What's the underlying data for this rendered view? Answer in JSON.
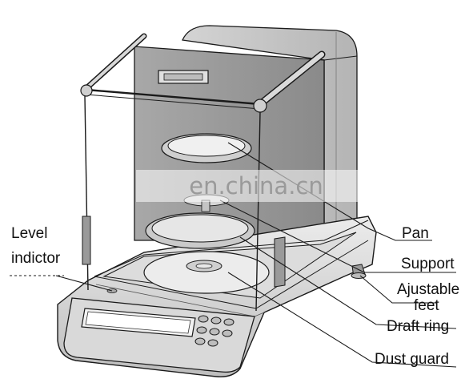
{
  "labels": {
    "pan": "Pan",
    "support": "Support",
    "adjustable_feet_line1": "Ajustable",
    "adjustable_feet_line2": "feet",
    "draft_ring": "Draft ring",
    "dust_guard": "Dust guard",
    "level_indicator_line1": "Level",
    "level_indicator_line2": "indictor"
  },
  "watermark": "en.china.cn",
  "colors": {
    "outline": "#1a1a1a",
    "glass_panel": "#9e9e9e",
    "body_light": "#e4e4e4",
    "body_mid": "#c8c8c8",
    "body_dark": "#8c8c8c",
    "watermark": "#9a9a9a"
  }
}
